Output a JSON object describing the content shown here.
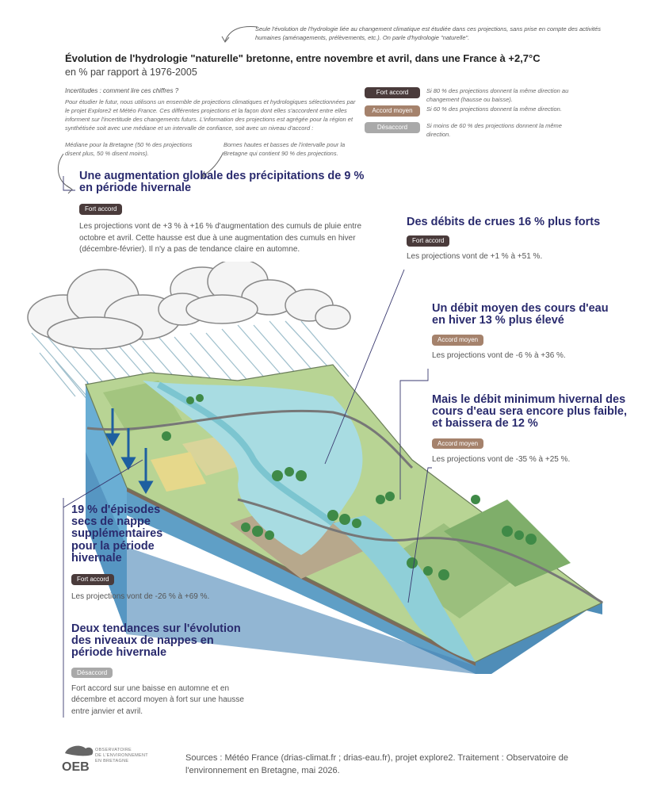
{
  "top_note": "Seule l'évolution de l'hydrologie liée au changement climatique est étudiée dans ces projections, sans prise en compte des activités humaines (aménagements, prélèvements, etc.). On parle d'hydrologie \"naturelle\".",
  "title": "Évolution de l'hydrologie \"naturelle\" bretonne, entre novembre et avril, dans une France à +2,7°C",
  "subtitle": "en % par rapport à 1976-2005",
  "uncertainty": {
    "heading": "Incertitudes : comment lire ces chiffres ?",
    "body": "Pour étudier le futur, nous utilisons un ensemble de projections climatiques et hydrologiques sélectionnées par le projet Explore2 et Météo France. Ces différentes projections et la façon dont elles s'accordent entre elles informent sur l'incertitude des changements futurs. L'information des projections est agrégée pour la région et synthétisée soit avec une médiane et un intervalle de confiance, soit avec un niveau d'accord :"
  },
  "legend": [
    {
      "label": "Fort accord",
      "text": "Si 80 % des projections donnent la même direction au changement (hausse ou baisse).",
      "kind": "fort"
    },
    {
      "label": "Accord moyen",
      "text": "Si 60 % des projections donnent la même direction.",
      "kind": "moyen"
    },
    {
      "label": "Désaccord",
      "text": "Si moins de 60 % des projections donnent la même direction.",
      "kind": "des"
    }
  ],
  "mediane_note": "Médiane pour la Bretagne (50 % des projections disent plus, 50 % disent moins).",
  "bornes_note": "Bornes hautes et basses de l'intervalle pour la Bretagne qui contient 90 % des projections.",
  "blocks": {
    "precip": {
      "heading": "Une augmentation globale des précipitations de 9 % en période hivernale",
      "badge": "Fort accord",
      "text": "Les projections vont de +3 % à +16 % d'augmentation des cumuls de pluie entre octobre et avril. Cette hausse est due à une augmentation des cumuls en hiver (décembre-février). Il n'y a pas de tendance claire en automne."
    },
    "crues": {
      "heading": "Des débits de crues 16 % plus forts",
      "badge": "Fort accord",
      "text": "Les projections vont de +1 % à +51 %."
    },
    "debit_moyen": {
      "heading": "Un débit moyen des cours d'eau en hiver 13 % plus élevé",
      "badge": "Accord moyen",
      "text": "Les projections vont de -6 % à +36 %."
    },
    "debit_min": {
      "heading": "Mais le débit minimum hivernal des cours d'eau sera encore plus faible, et baissera de 12 %",
      "badge": "Accord moyen",
      "text": "Les projections vont de -35 % à +25 %."
    },
    "nappe_secs": {
      "heading": "19 % d'épisodes secs de nappe supplémentaires pour la période hivernale",
      "badge": "Fort accord",
      "text": "Les projections vont de -26 % à +69 %."
    },
    "nappe_niveaux": {
      "heading": "Deux tendances sur l'évolution des niveaux de nappes en période hivernale",
      "badge": "Désaccord",
      "text": "Fort accord sur une baisse en automne et en décembre et accord moyen à fort sur une hausse entre janvier et avril."
    }
  },
  "source": "Sources : Météo France (drias-climat.fr ; drias-eau.fr), projet explore2. Traitement : Observatoire de l'environnement en Bretagne, mai 2026.",
  "logo": {
    "acronym": "OEB",
    "line1": "OBSERVATOIRE",
    "line2": "DE L'ENVIRONNEMENT",
    "line3": "EN BRETAGNE"
  },
  "colors": {
    "heading": "#2a2b6e",
    "fort": "#4a3b3b",
    "moyen": "#a5826c",
    "desaccord": "#a9a9a9",
    "water": "#9fd6dc",
    "field": "#a8c98a"
  }
}
